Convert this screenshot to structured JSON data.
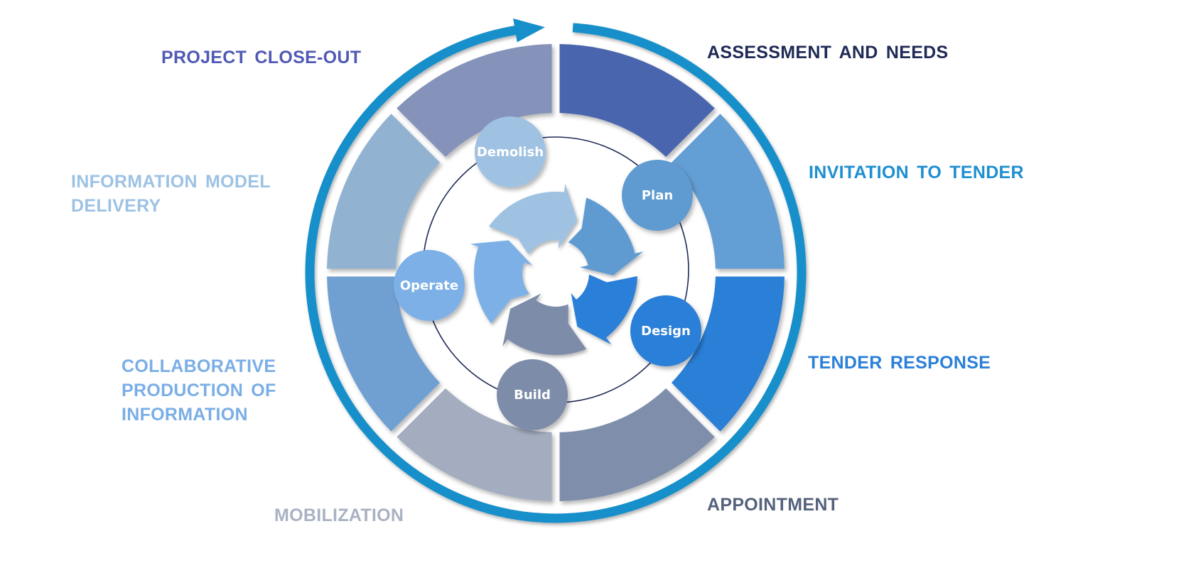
{
  "stages": [
    {
      "id": "assessment",
      "lines": [
        "ASSESSMENT AND NEEDS"
      ],
      "text_color": "#1f2a56",
      "segment_color": "#4a65ad"
    },
    {
      "id": "invitation",
      "lines": [
        "INVITATION TO TENDER"
      ],
      "text_color": "#1e8fcf",
      "segment_color": "#649ed4"
    },
    {
      "id": "tender-response",
      "lines": [
        "TENDER RESPONSE"
      ],
      "text_color": "#2a7fd8",
      "segment_color": "#2b7fd7"
    },
    {
      "id": "appointment",
      "lines": [
        "APPOINTMENT"
      ],
      "text_color": "#55627c",
      "segment_color": "#7f8fab"
    },
    {
      "id": "mobilization",
      "lines": [
        "MOBILIZATION"
      ],
      "text_color": "#a9b2c3",
      "segment_color": "#a3adbf"
    },
    {
      "id": "collaborative",
      "lines": [
        "COLLABORATIVE",
        "PRODUCTION OF",
        "INFORMATION"
      ],
      "text_color": "#7aaee6",
      "segment_color": "#6f9fd2"
    },
    {
      "id": "info-model",
      "lines": [
        "INFORMATION MODEL",
        "DELIVERY"
      ],
      "text_color": "#9dc2e4",
      "segment_color": "#91b2d1"
    },
    {
      "id": "close-out",
      "lines": [
        "PROJECT CLOSE-OUT"
      ],
      "text_color": "#5059b5",
      "segment_color": "#8593ba"
    }
  ],
  "lifecycle": [
    {
      "label": "Plan",
      "color": "#5f9bd1"
    },
    {
      "label": "Design",
      "color": "#2a7fd8"
    },
    {
      "label": "Build",
      "color": "#7d8ca9"
    },
    {
      "label": "Operate",
      "color": "#7cb0e6"
    },
    {
      "label": "Demolish",
      "color": "#9fc2e2"
    }
  ],
  "colors": {
    "outer_arrow": "#168fca",
    "orbit_line": "#1f2a56"
  }
}
